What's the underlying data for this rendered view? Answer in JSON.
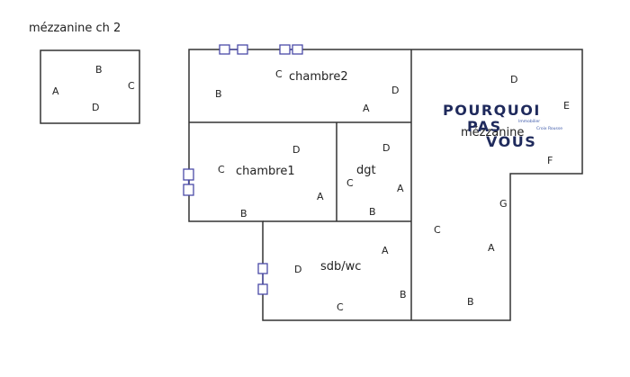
{
  "colors": {
    "wall": "#333333",
    "window": "#4a4aa8",
    "logo": "#1f2a5c",
    "logo_accent": "#3b57a8"
  },
  "diagram_title": "mézzanine  ch 2",
  "small_box": {
    "labels": {
      "A": "A",
      "B": "B",
      "C": "C",
      "D": "D"
    }
  },
  "rooms": {
    "chambre2": {
      "name": "chambre2",
      "B": "B",
      "C": "C",
      "D": "D",
      "A": "A"
    },
    "chambre1": {
      "name": "chambre1",
      "C": "C",
      "D": "D",
      "A": "A",
      "B": "B"
    },
    "dgt": {
      "name": "dgt",
      "D": "D",
      "C": "C",
      "A": "A",
      "B": "B"
    },
    "sdbwc": {
      "name": "sdb/wc",
      "D": "D",
      "A": "A",
      "B": "B",
      "C": "C"
    },
    "mezzanine": {
      "name": "mézzanine",
      "D": "D",
      "E": "E",
      "F": "F",
      "G": "G",
      "C": "C",
      "A": "A",
      "B": "B"
    }
  },
  "logo": {
    "line1": "POURQUOI",
    "line2": "PAS",
    "line3": "VOUS",
    "sub1": "Immobilier",
    "sub2": "Croix Rousse"
  }
}
